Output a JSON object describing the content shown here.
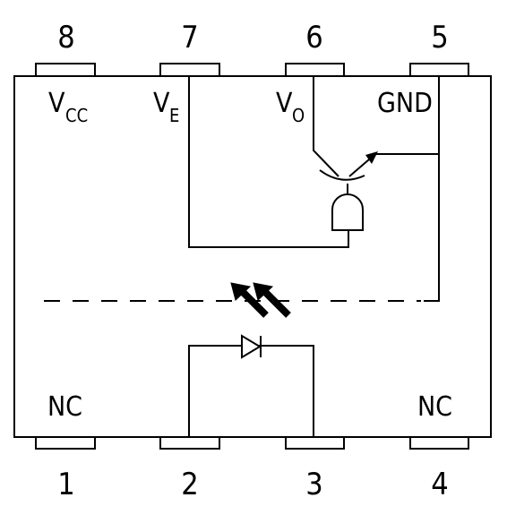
{
  "pins": {
    "top": [
      {
        "number": "8",
        "label": "V",
        "sub": "CC"
      },
      {
        "number": "7",
        "label": "V",
        "sub": "E"
      },
      {
        "number": "6",
        "label": "V",
        "sub": "O"
      },
      {
        "number": "5",
        "label": "GND",
        "sub": ""
      }
    ],
    "bottom": [
      {
        "number": "1",
        "label": "NC"
      },
      {
        "number": "2",
        "label": ""
      },
      {
        "number": "3",
        "label": ""
      },
      {
        "number": "4",
        "label": "NC"
      }
    ]
  },
  "colors": {
    "stroke": "#000000",
    "background": "#ffffff"
  }
}
